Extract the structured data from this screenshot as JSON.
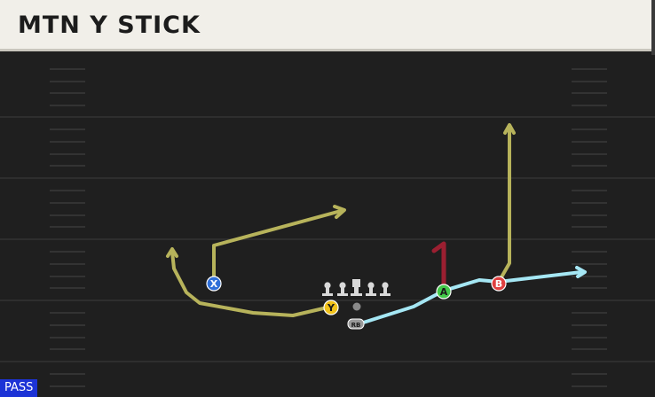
{
  "play": {
    "title": "MTN Y STICK",
    "type_badge": "PASS"
  },
  "players": [
    {
      "id": "X",
      "label": "X",
      "color": "#2f6fd8"
    },
    {
      "id": "Y",
      "label": "Y",
      "color": "#f1c21b"
    },
    {
      "id": "A",
      "label": "A",
      "color": "#43c84a"
    },
    {
      "id": "B",
      "label": "B",
      "color": "#e04040"
    },
    {
      "id": "RB",
      "label": "RB",
      "color": "#9a9a9a"
    }
  ],
  "route_colors": {
    "route": "#b7b35b",
    "block": "#a5e7f4",
    "pivot": "#9c1f31"
  }
}
